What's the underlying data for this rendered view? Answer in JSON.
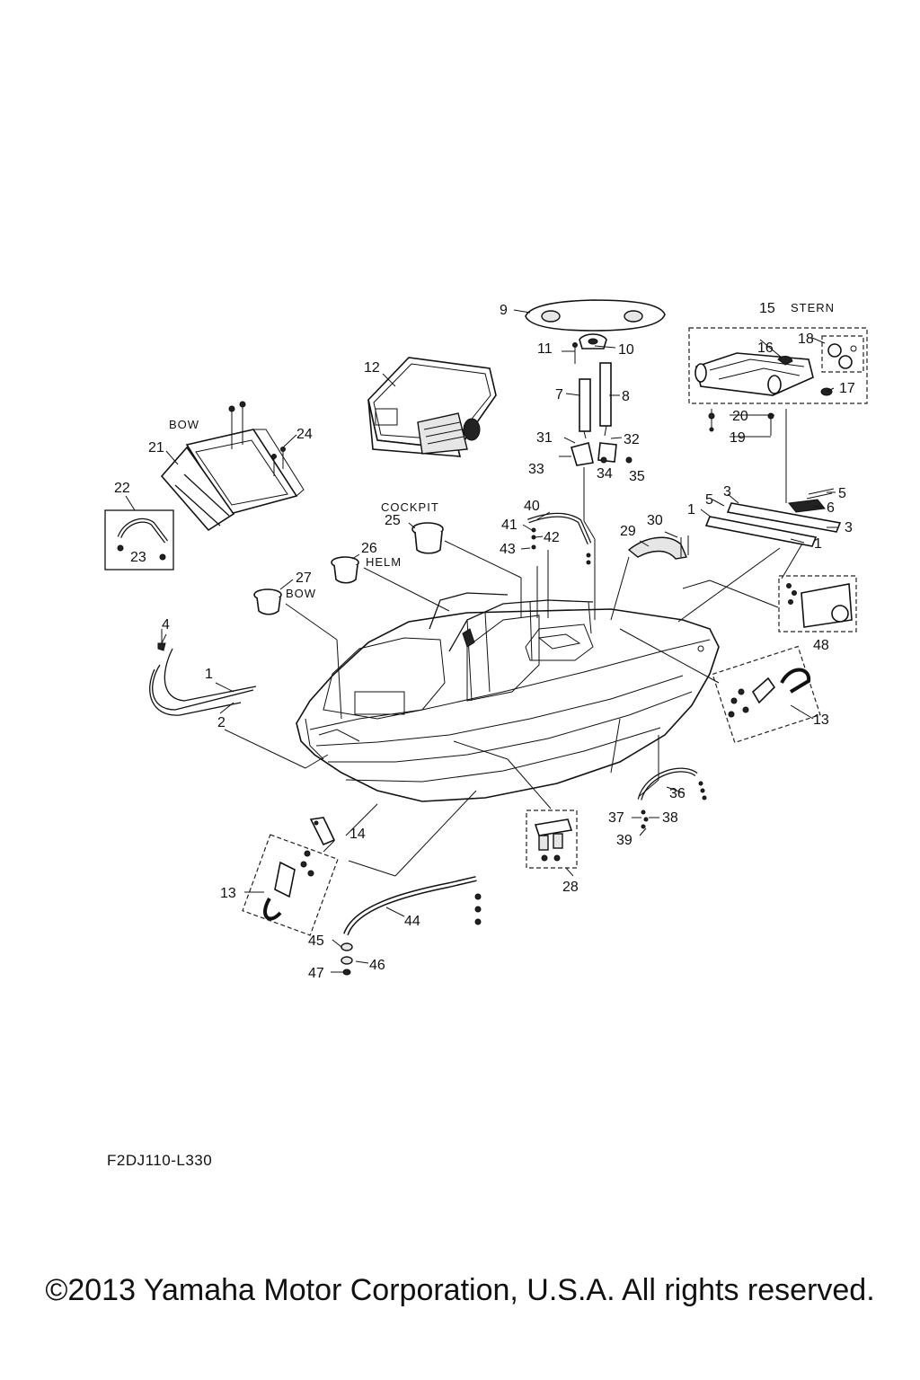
{
  "callouts": [
    "1",
    "2",
    "3",
    "4",
    "5",
    "6",
    "7",
    "8",
    "9",
    "10",
    "11",
    "12",
    "13",
    "14",
    "15",
    "16",
    "17",
    "18",
    "19",
    "20",
    "21",
    "22",
    "23",
    "24",
    "25",
    "26",
    "27",
    "28",
    "29",
    "30",
    "31",
    "32",
    "33",
    "34",
    "35",
    "36",
    "37",
    "38",
    "39",
    "40",
    "41",
    "42",
    "43",
    "44",
    "45",
    "46",
    "47",
    "48"
  ],
  "area_labels": {
    "bow_top": "BOW",
    "cockpit": "COCKPIT",
    "helm": "HELM",
    "bow_cup": "BOW",
    "stern": "STERN"
  },
  "reference_code": "F2DJ110-L330",
  "copyright": "©2013 Yamaha Motor Corporation, U.S.A. All rights reserved."
}
